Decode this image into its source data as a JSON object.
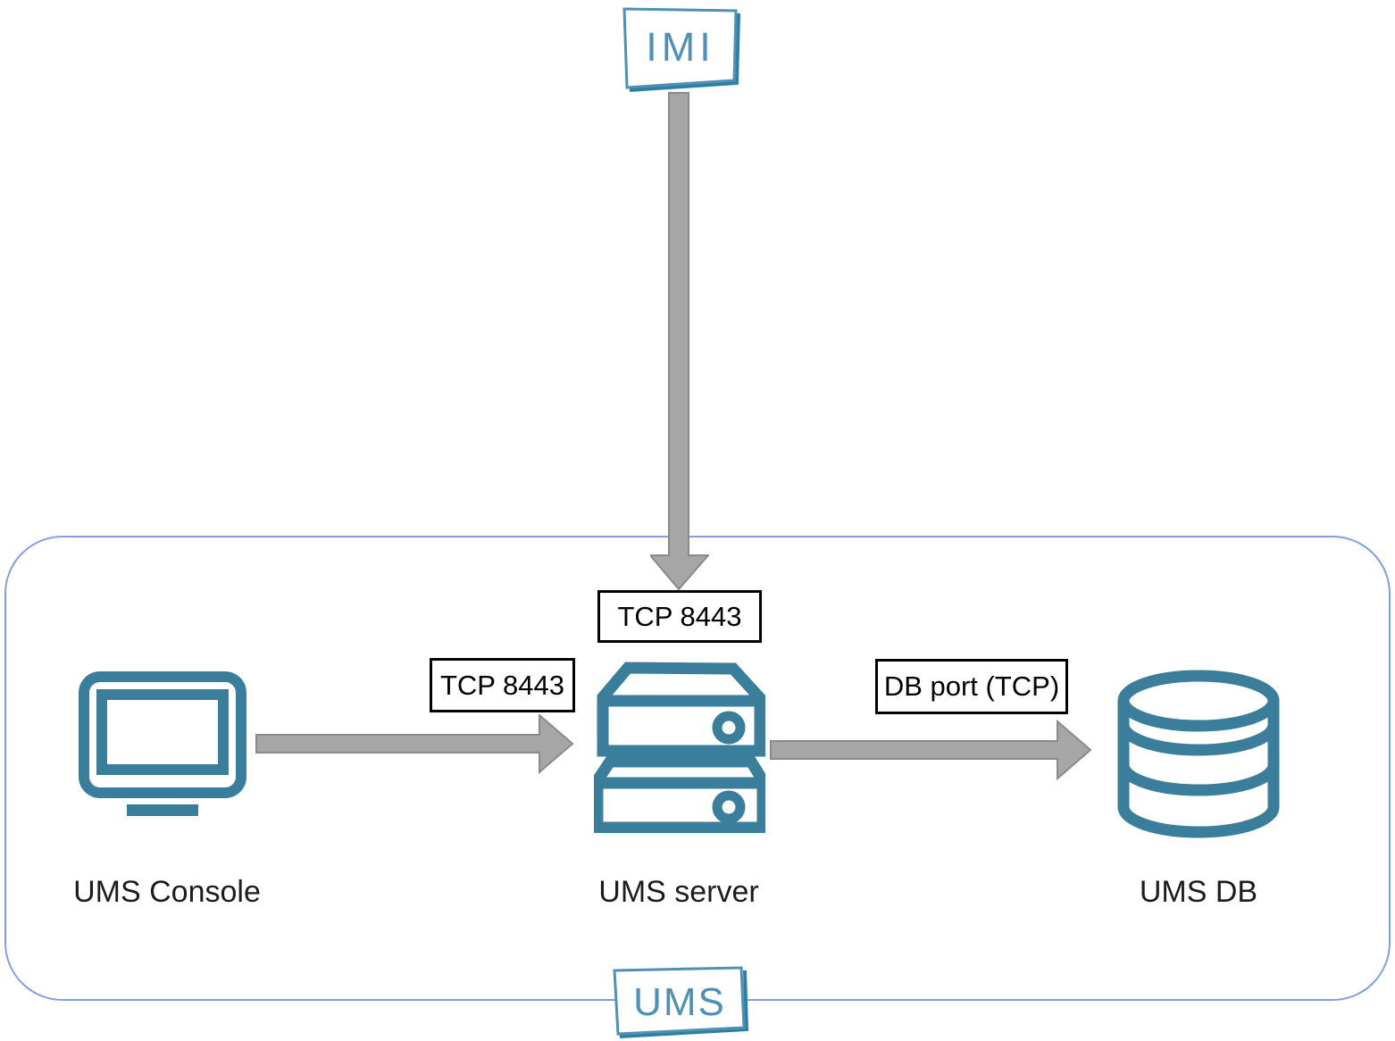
{
  "diagram": {
    "external_node": {
      "label": "IMI"
    },
    "group": {
      "label": "UMS"
    },
    "nodes": [
      {
        "id": "ums-console",
        "label": "UMS Console",
        "icon": "monitor-icon"
      },
      {
        "id": "ums-server",
        "label": "UMS server",
        "icon": "server-stack-icon"
      },
      {
        "id": "ums-db",
        "label": "UMS DB",
        "icon": "database-icon"
      }
    ],
    "connections": [
      {
        "from": "IMI",
        "to": "UMS server",
        "label": "TCP 8443",
        "direction": "down"
      },
      {
        "from": "UMS Console",
        "to": "UMS server",
        "label": "TCP 8443",
        "direction": "right"
      },
      {
        "from": "UMS server",
        "to": "UMS DB",
        "label": "DB port (TCP)",
        "direction": "right"
      }
    ],
    "colors": {
      "icon_teal": "#3A7E9B",
      "logo_teal": "#4E91B4",
      "logo_shadow_teal": "#2E7FA3",
      "group_border_blue": "#7FA0E0",
      "arrow_gray": "#A6A6A6",
      "arrow_outline_gray": "#8A8A8A",
      "label_border_black": "#000000"
    }
  }
}
